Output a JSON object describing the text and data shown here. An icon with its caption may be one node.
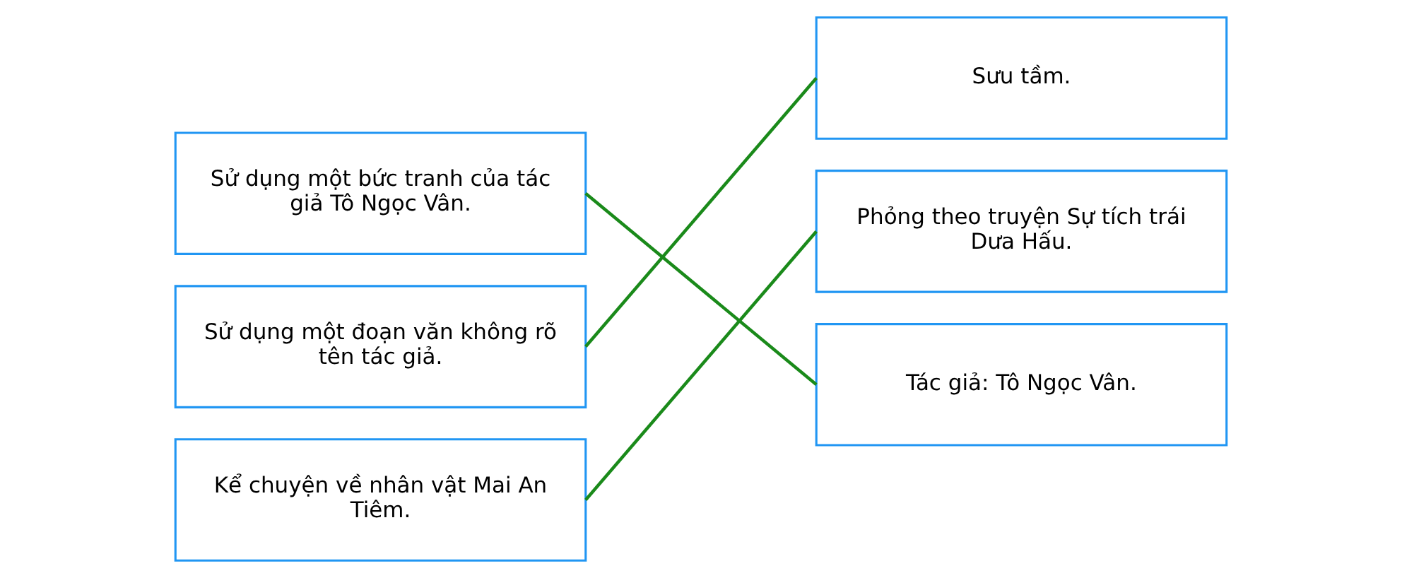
{
  "diagram": {
    "nodes": [
      {
        "text": [
          "Sử dụng một bức tranh của tác giả Tô Ngọc Vân."
        ]
      },
      {
        "text": [
          "Sử dụng một đoạn văn không rõ tên tác giả."
        ]
      },
      {
        "text": [
          "Kể chuyện về nhân vật Mai An Tiêm."
        ]
      },
      {
        "text": [
          "Sưu tầm."
        ]
      },
      {
        "text": [
          "Phỏng theo truyện Sự tích trái Dưa Hấu."
        ]
      },
      {
        "text": [
          "Tác giả: Tô Ngọc Vân."
        ]
      }
    ],
    "edges": [
      {
        "from": 0,
        "to": 5,
        "arrow": "none",
        "color": "#1a8a1a"
      },
      {
        "from": 1,
        "to": 3,
        "arrow": "none",
        "color": "#1a8a1a"
      },
      {
        "from": 2,
        "to": 4,
        "arrow": "none",
        "color": "#1a8a1a"
      }
    ]
  }
}
